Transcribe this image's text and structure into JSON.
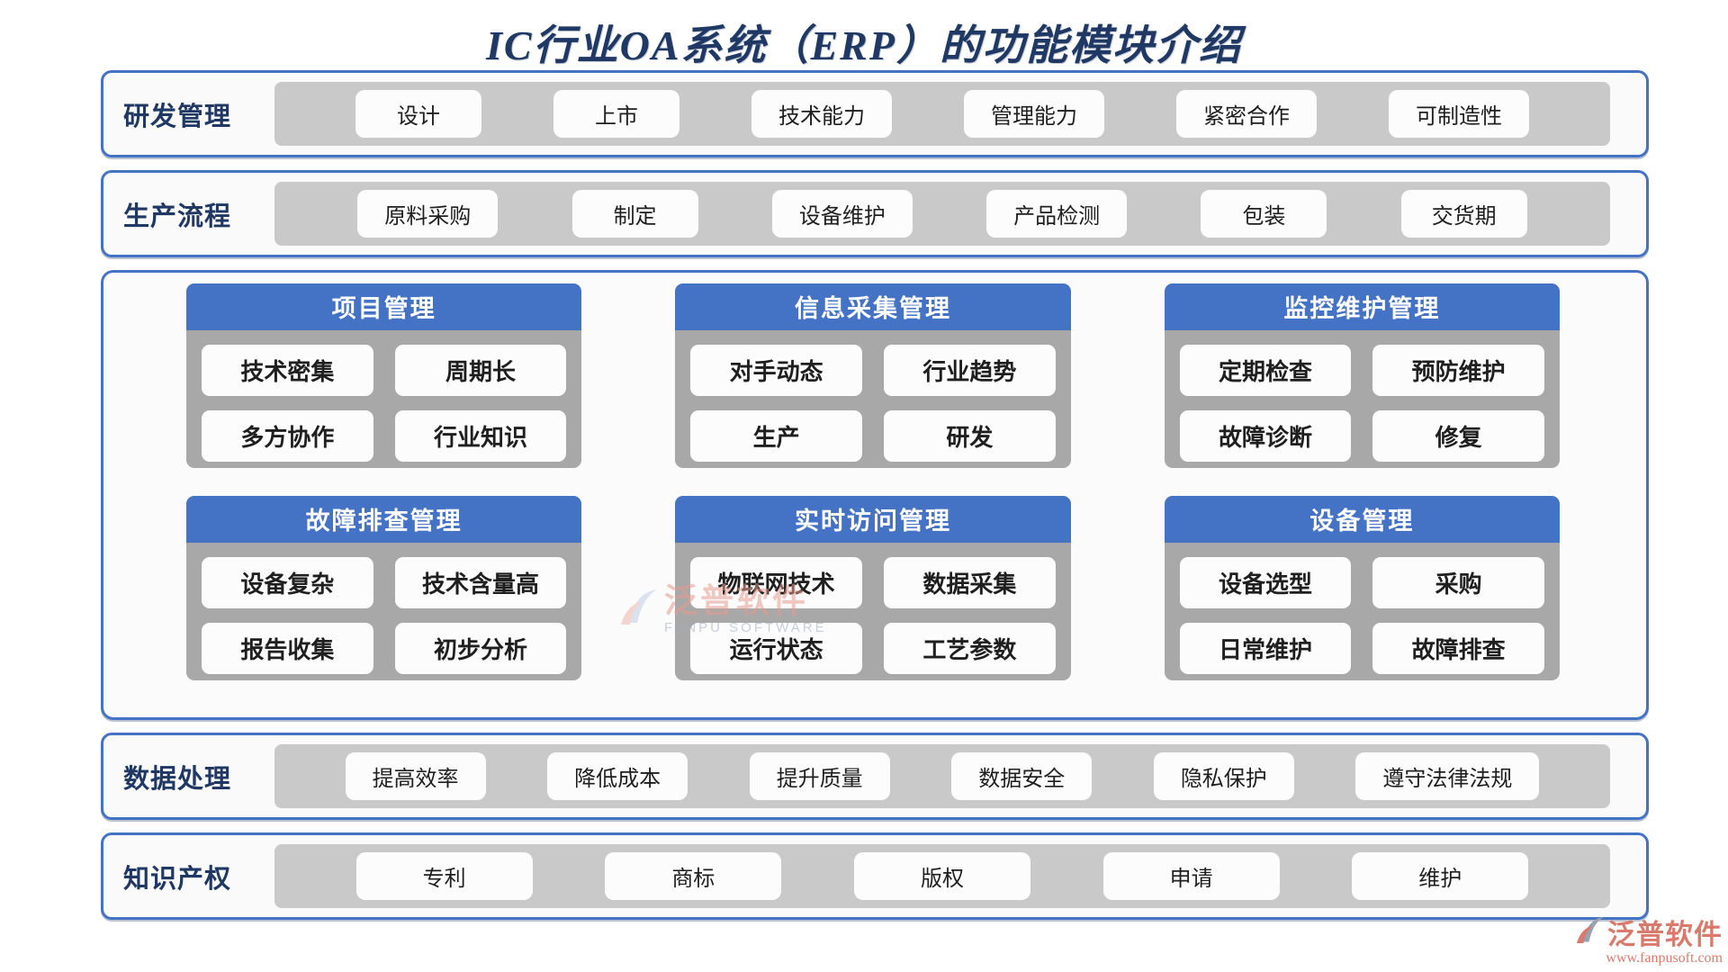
{
  "title": "IC行业OA系统（ERP）的功能模块介绍",
  "bands": [
    {
      "label": "研发管理",
      "items": [
        "设计",
        "上市",
        "技术能力",
        "管理能力",
        "紧密合作",
        "可制造性"
      ]
    },
    {
      "label": "生产流程",
      "items": [
        "原料采购",
        "制定",
        "设备维护",
        "产品检测",
        "包装",
        "交货期"
      ]
    },
    {
      "label": "数据处理",
      "items": [
        "提高效率",
        "降低成本",
        "提升质量",
        "数据安全",
        "隐私保护",
        "遵守法律法规"
      ]
    },
    {
      "label": "知识产权",
      "items": [
        "专利",
        "商标",
        "版权",
        "申请",
        "维护"
      ]
    }
  ],
  "cards": [
    {
      "title": "项目管理",
      "items": [
        "技术密集",
        "周期长",
        "多方协作",
        "行业知识"
      ]
    },
    {
      "title": "信息采集管理",
      "items": [
        "对手动态",
        "行业趋势",
        "生产",
        "研发"
      ]
    },
    {
      "title": "监控维护管理",
      "items": [
        "定期检查",
        "预防维护",
        "故障诊断",
        "修复"
      ]
    },
    {
      "title": "故障排查管理",
      "items": [
        "设备复杂",
        "技术含量高",
        "报告收集",
        "初步分析"
      ]
    },
    {
      "title": "实时访问管理",
      "items": [
        "物联网技术",
        "数据采集",
        "运行状态",
        "工艺参数"
      ]
    },
    {
      "title": "设备管理",
      "items": [
        "设备选型",
        "采购",
        "日常维护",
        "故障排查"
      ]
    }
  ],
  "watermarks": {
    "center": {
      "brand": "泛普软件",
      "sub": "FANPU SOFTWARE"
    },
    "corner": {
      "brand": "泛普软件",
      "url": "www.fanpusoft.com"
    }
  },
  "colors": {
    "accent": "#4472C4",
    "navy": "#1F3864",
    "band-gray": "#C9C9C9",
    "card-gray": "#A8A8A8",
    "salmon": "#D97B6C"
  }
}
